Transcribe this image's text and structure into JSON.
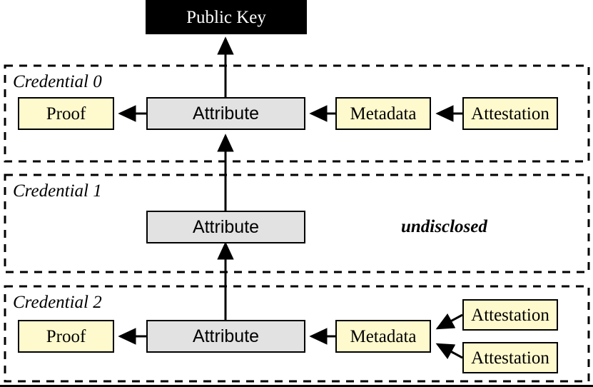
{
  "diagram": {
    "title_node": {
      "label": "Public Key"
    },
    "groups": [
      {
        "id": "credential-0",
        "label": "Credential 0",
        "nodes": [
          {
            "id": "proof-0",
            "label": "Proof",
            "style": "yellow"
          },
          {
            "id": "attribute-0",
            "label": "Attribute",
            "style": "gray"
          },
          {
            "id": "metadata-0",
            "label": "Metadata",
            "style": "yellow"
          },
          {
            "id": "attestation-0-0",
            "label": "Attestation",
            "style": "yellow"
          }
        ]
      },
      {
        "id": "credential-1",
        "label": "Credential 1",
        "note": "undisclosed",
        "nodes": [
          {
            "id": "attribute-1",
            "label": "Attribute",
            "style": "gray"
          }
        ]
      },
      {
        "id": "credential-2",
        "label": "Credential 2",
        "nodes": [
          {
            "id": "proof-2",
            "label": "Proof",
            "style": "yellow"
          },
          {
            "id": "attribute-2",
            "label": "Attribute",
            "style": "gray"
          },
          {
            "id": "metadata-2",
            "label": "Metadata",
            "style": "yellow"
          },
          {
            "id": "attestation-2-0",
            "label": "Attestation",
            "style": "yellow"
          },
          {
            "id": "attestation-2-1",
            "label": "Attestation",
            "style": "yellow"
          }
        ]
      }
    ],
    "colors": {
      "yellow_fill": "#fffacd",
      "gray_fill": "#e2e2e2",
      "black_fill": "#000000",
      "stroke": "#000000",
      "background": "#ffffff"
    }
  }
}
